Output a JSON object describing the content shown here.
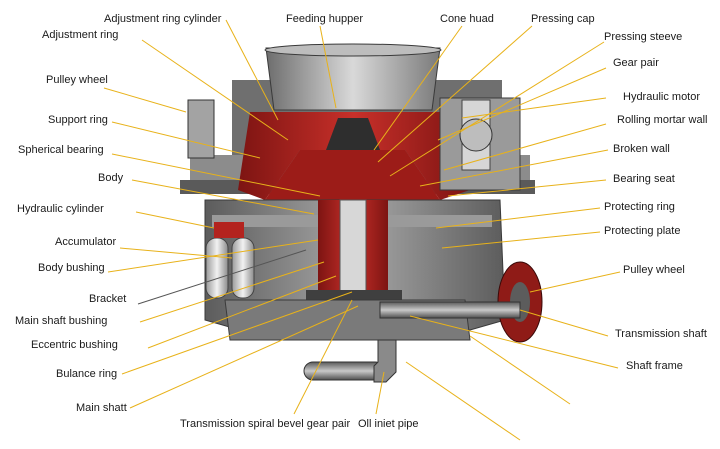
{
  "labels": {
    "adjustment_ring_cylinder": "Adjustment ring cylinder",
    "feeding_hupper": "Feeding hupper",
    "cone_huad": "Cone huad",
    "pressing_cap": "Pressing cap",
    "adjustment_ring": "Adjustment ring",
    "pressing_steeve": "Pressing  steeve",
    "gear_pair": "Gear pair",
    "pulley_wheel_left": "Pulley wheel",
    "hydraulic_motor": "Hydraulic motor",
    "support_ring": "Support ring",
    "rolling_mortar_wall": "Rolling mortar wall",
    "spherical_bearing": "Spherical bearing",
    "broken_wall": "Broken wall",
    "body": "Body",
    "bearing_seat": "Bearing seat",
    "hydraulic_cylinder": "Hydraulic cylinder",
    "protecting_ring": "Protecting ring",
    "protecting_plate": "Protecting plate",
    "accumulator": "Accumulator",
    "body_bushing": "Body bushing",
    "pulley_wheel_right": "Pulley wheel",
    "bracket": "Bracket",
    "main_shaft_bushing": "Main shaft bushing",
    "transmission_shaft": "Transmission shaft",
    "eccentric_bushing": "Eccentric bushing",
    "shaft_frame": "Shaft frame",
    "bulance_ring": "Bulance ring",
    "main_shatt": "Main shatt",
    "transmission_spiral_bevel_gear_pair": "Transmission spiral bevel gear pair",
    "oil_iniet_pipe": "Oll iniet pipe"
  },
  "colors": {
    "leader_line": "#e8b21a",
    "casing_gray": "#8a8a8a",
    "casing_dark": "#4a4a4a",
    "red_parts": "#b3231e"
  }
}
